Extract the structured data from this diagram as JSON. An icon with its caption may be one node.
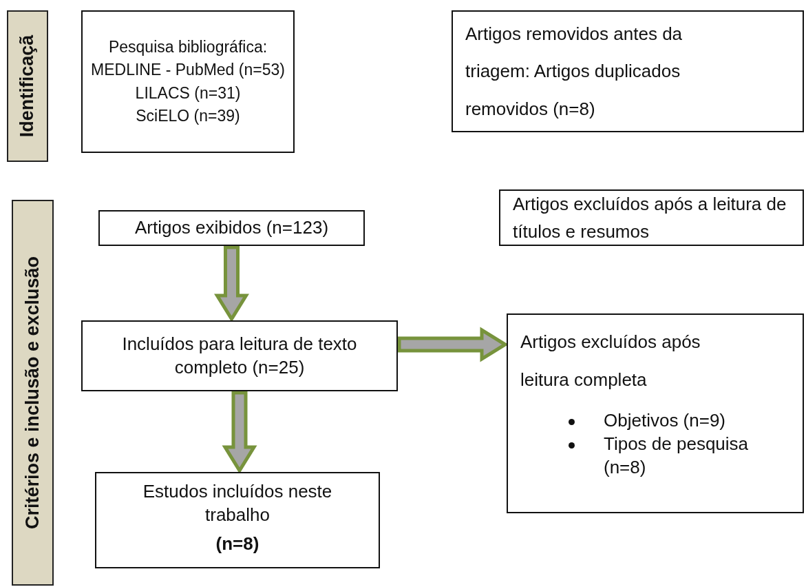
{
  "diagram": {
    "nodes": [
      {
        "text": [
          "Identificaçã"
        ]
      },
      {
        "text": [
          "Pesquisa bibliográfica:",
          "MEDLINE - PubMed (n=53)",
          "LILACS (n=31)",
          "SciELO (n=39)"
        ]
      },
      {
        "text": [
          "Artigos removidos antes da triagem: Artigos duplicados removidos (n=8)"
        ]
      },
      {
        "text": [
          "Critérios e inclusão e exclusão"
        ]
      },
      {
        "text": [
          "Artigos exibidos (n=123)"
        ]
      },
      {
        "text": [
          "Artigos excluídos após a leitura de títulos e resumos"
        ]
      },
      {
        "text": [
          "Incluídos para leitura de texto completo (n=25)"
        ]
      },
      {
        "text": [
          "Artigos excluídos após leitura completa",
          "Objetivos (n=9)",
          "Tipos de pesquisa (n=8)"
        ]
      },
      {
        "text": [
          "Estudos incluídos neste trabalho",
          "(n=8)"
        ]
      }
    ],
    "edges": [
      {
        "from": 4,
        "to": 6,
        "arrow": "to"
      },
      {
        "from": 6,
        "to": 8,
        "arrow": "to"
      },
      {
        "from": 6,
        "to": 7,
        "arrow": "to"
      }
    ]
  }
}
